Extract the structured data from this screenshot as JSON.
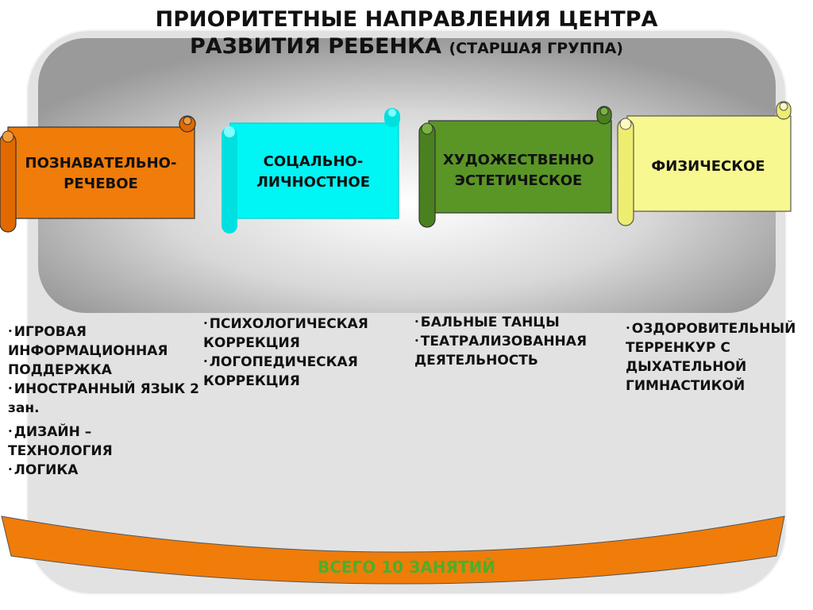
{
  "title": {
    "line1": "ПРИОРИТЕТНЫЕ НАПРАВЛЕНИЯ ЦЕНТРА",
    "line2": "РАЗВИТИЯ РЕБЕНКА",
    "subtitle": "(СТАРШАЯ ГРУППА)"
  },
  "directions": [
    {
      "label": "ПОЗНАВАТЕЛЬНО-\nРЕЧЕВОЕ",
      "color": "#f07c0a"
    },
    {
      "label": "СОЦАЛЬНО-\nЛИЧНОСТНОЕ",
      "color": "#00f5f5"
    },
    {
      "label": "ХУДОЖЕСТВЕННО\nЭСТЕТИЧЕСКОЕ",
      "color": "#5a9626"
    },
    {
      "label": "ФИЗИЧЕСКОЕ",
      "color": "#f8f890"
    }
  ],
  "activities": [
    [
      "ИГРОВАЯ ИНФОРМАЦИОННАЯ ПОДДЕРЖКА",
      "ИНОСТРАННЫЙ ЯЗЫК 2 зан.",
      "ДИЗАЙН – ТЕХНОЛОГИЯ",
      "ЛОГИКА"
    ],
    [
      "ПСИХОЛОГИЧЕСКАЯ КОРРЕКЦИЯ",
      "ЛОГОПЕДИЧЕСКАЯ КОРРЕКЦИЯ"
    ],
    [
      "БАЛЬНЫЕ ТАНЦЫ",
      "ТЕАТРАЛИЗОВАННАЯ ДЕЯТЕЛЬНОСТЬ"
    ],
    [
      "ОЗДОРОВИТЕЛЬНЫЙ ТЕРРЕНКУР С ДЫХАТЕЛЬНОЙ ГИМНАСТИКОЙ"
    ]
  ],
  "footer": {
    "total": "ВСЕГО 10 ЗАНЯТИЙ",
    "color": "#4caf2a"
  },
  "colors": {
    "banner": "#f07c0a",
    "panel_edge": "#9a9a9a",
    "background_panel": "#e0e0e0"
  }
}
